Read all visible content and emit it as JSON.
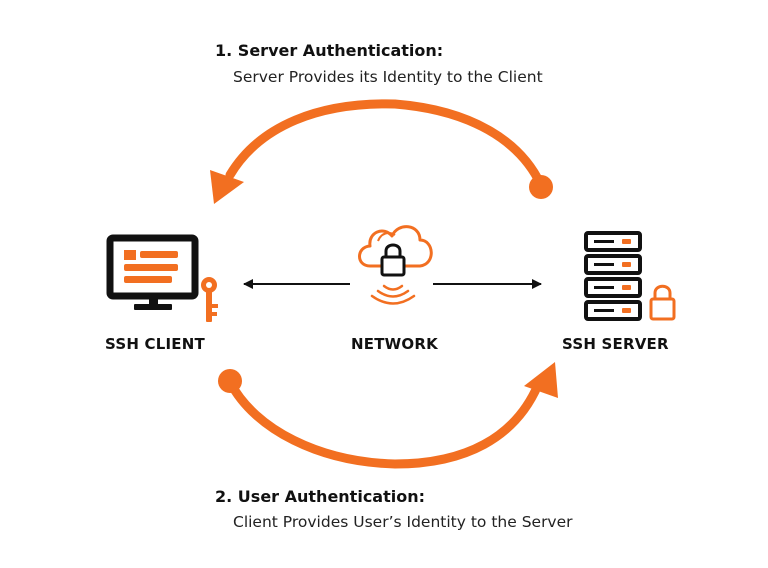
{
  "steps": [
    {
      "number": "1.",
      "title": "Server Authentication:",
      "description": "Server Provides its Identity to the Client"
    },
    {
      "number": "2.",
      "title": "User Authentication:",
      "description": "Client Provides User’s Identity to the Server"
    }
  ],
  "nodes": {
    "client": {
      "label": "SSH CLIENT",
      "icons": [
        "monitor-icon",
        "key-icon"
      ]
    },
    "network": {
      "label": "NETWORK",
      "icons": [
        "cloud-icon",
        "padlock-icon",
        "wireless-signal-icon"
      ]
    },
    "server": {
      "label": "SSH SERVER",
      "icons": [
        "server-rack-icon",
        "padlock-icon"
      ]
    }
  },
  "colors": {
    "accent": "#F26F21",
    "ink": "#111111"
  }
}
